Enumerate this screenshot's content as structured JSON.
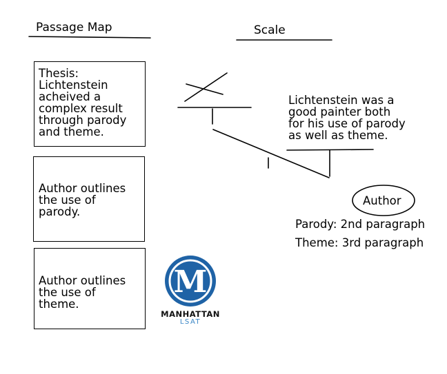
{
  "headings": {
    "passage_map": "Passage Map",
    "scale": "Scale"
  },
  "boxes": [
    {
      "text": "Thesis:\nLichtenstein\nacheived a\ncomplex result\nthrough parody\nand theme."
    },
    {
      "text": "Author outlines\nthe use of\nparody."
    },
    {
      "text": "Author outlines\nthe use of\ntheme."
    }
  ],
  "scale": {
    "right_text": "Lichtenstein was a\ngood painter both\nfor his use of parody\nas well as theme.",
    "author_label": "Author",
    "parody_note": "Parody: 2nd paragraph",
    "theme_note": "Theme: 3rd paragraph"
  },
  "logo": {
    "letter": "M",
    "name": "MANHATTAN",
    "sub": "LSAT",
    "colors": {
      "circle": "#1f63a6",
      "sub_text": "#3a86c6"
    }
  }
}
